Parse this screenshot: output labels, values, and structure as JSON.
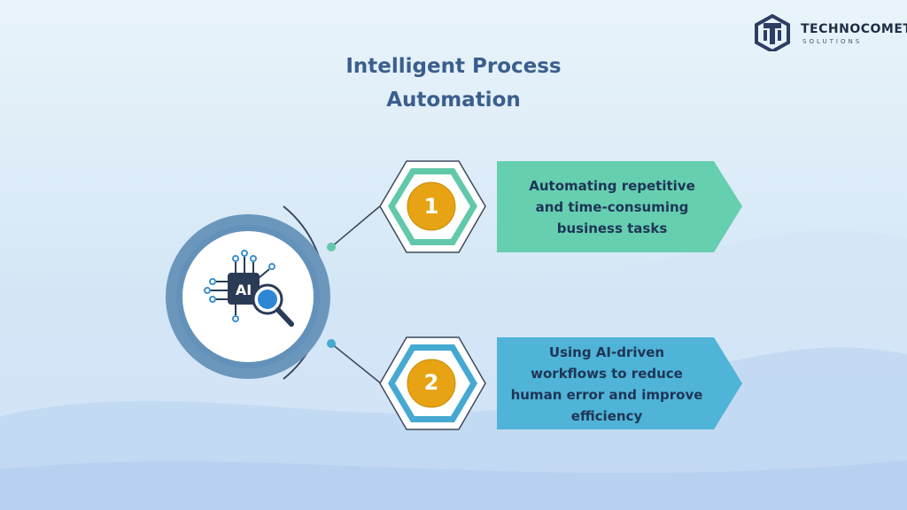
{
  "title": {
    "line1": "Intelligent Process",
    "line2": "Automation"
  },
  "logo": {
    "name": "TECHNOCOMET",
    "tagline": "SOLUTIONS",
    "icon": "technocomet-logo-icon"
  },
  "center_icon": {
    "icon": "ai-chip-magnifier-icon",
    "label": "AI"
  },
  "steps": [
    {
      "number": "1",
      "text": "Automating repetitive and time-consuming business tasks",
      "lines": [
        "Automating repetitive",
        "and time-consuming",
        "business tasks"
      ],
      "card_color": "#66cfb0",
      "hex_color": "#62c8aa"
    },
    {
      "number": "2",
      "text": "Using AI-driven workflows to reduce human error and improve efficiency",
      "lines": [
        "Using AI-driven",
        "workflows to reduce",
        "human error and improve",
        "efficiency"
      ],
      "card_color": "#4fb4d7",
      "hex_color": "#45a9d1"
    }
  ],
  "colors": {
    "title": "#3b5e8c",
    "ring": "#6b97bd",
    "badge": "#e7a313",
    "connector_dot_1": "#62c8aa",
    "connector_dot_2": "#45a9d1"
  }
}
